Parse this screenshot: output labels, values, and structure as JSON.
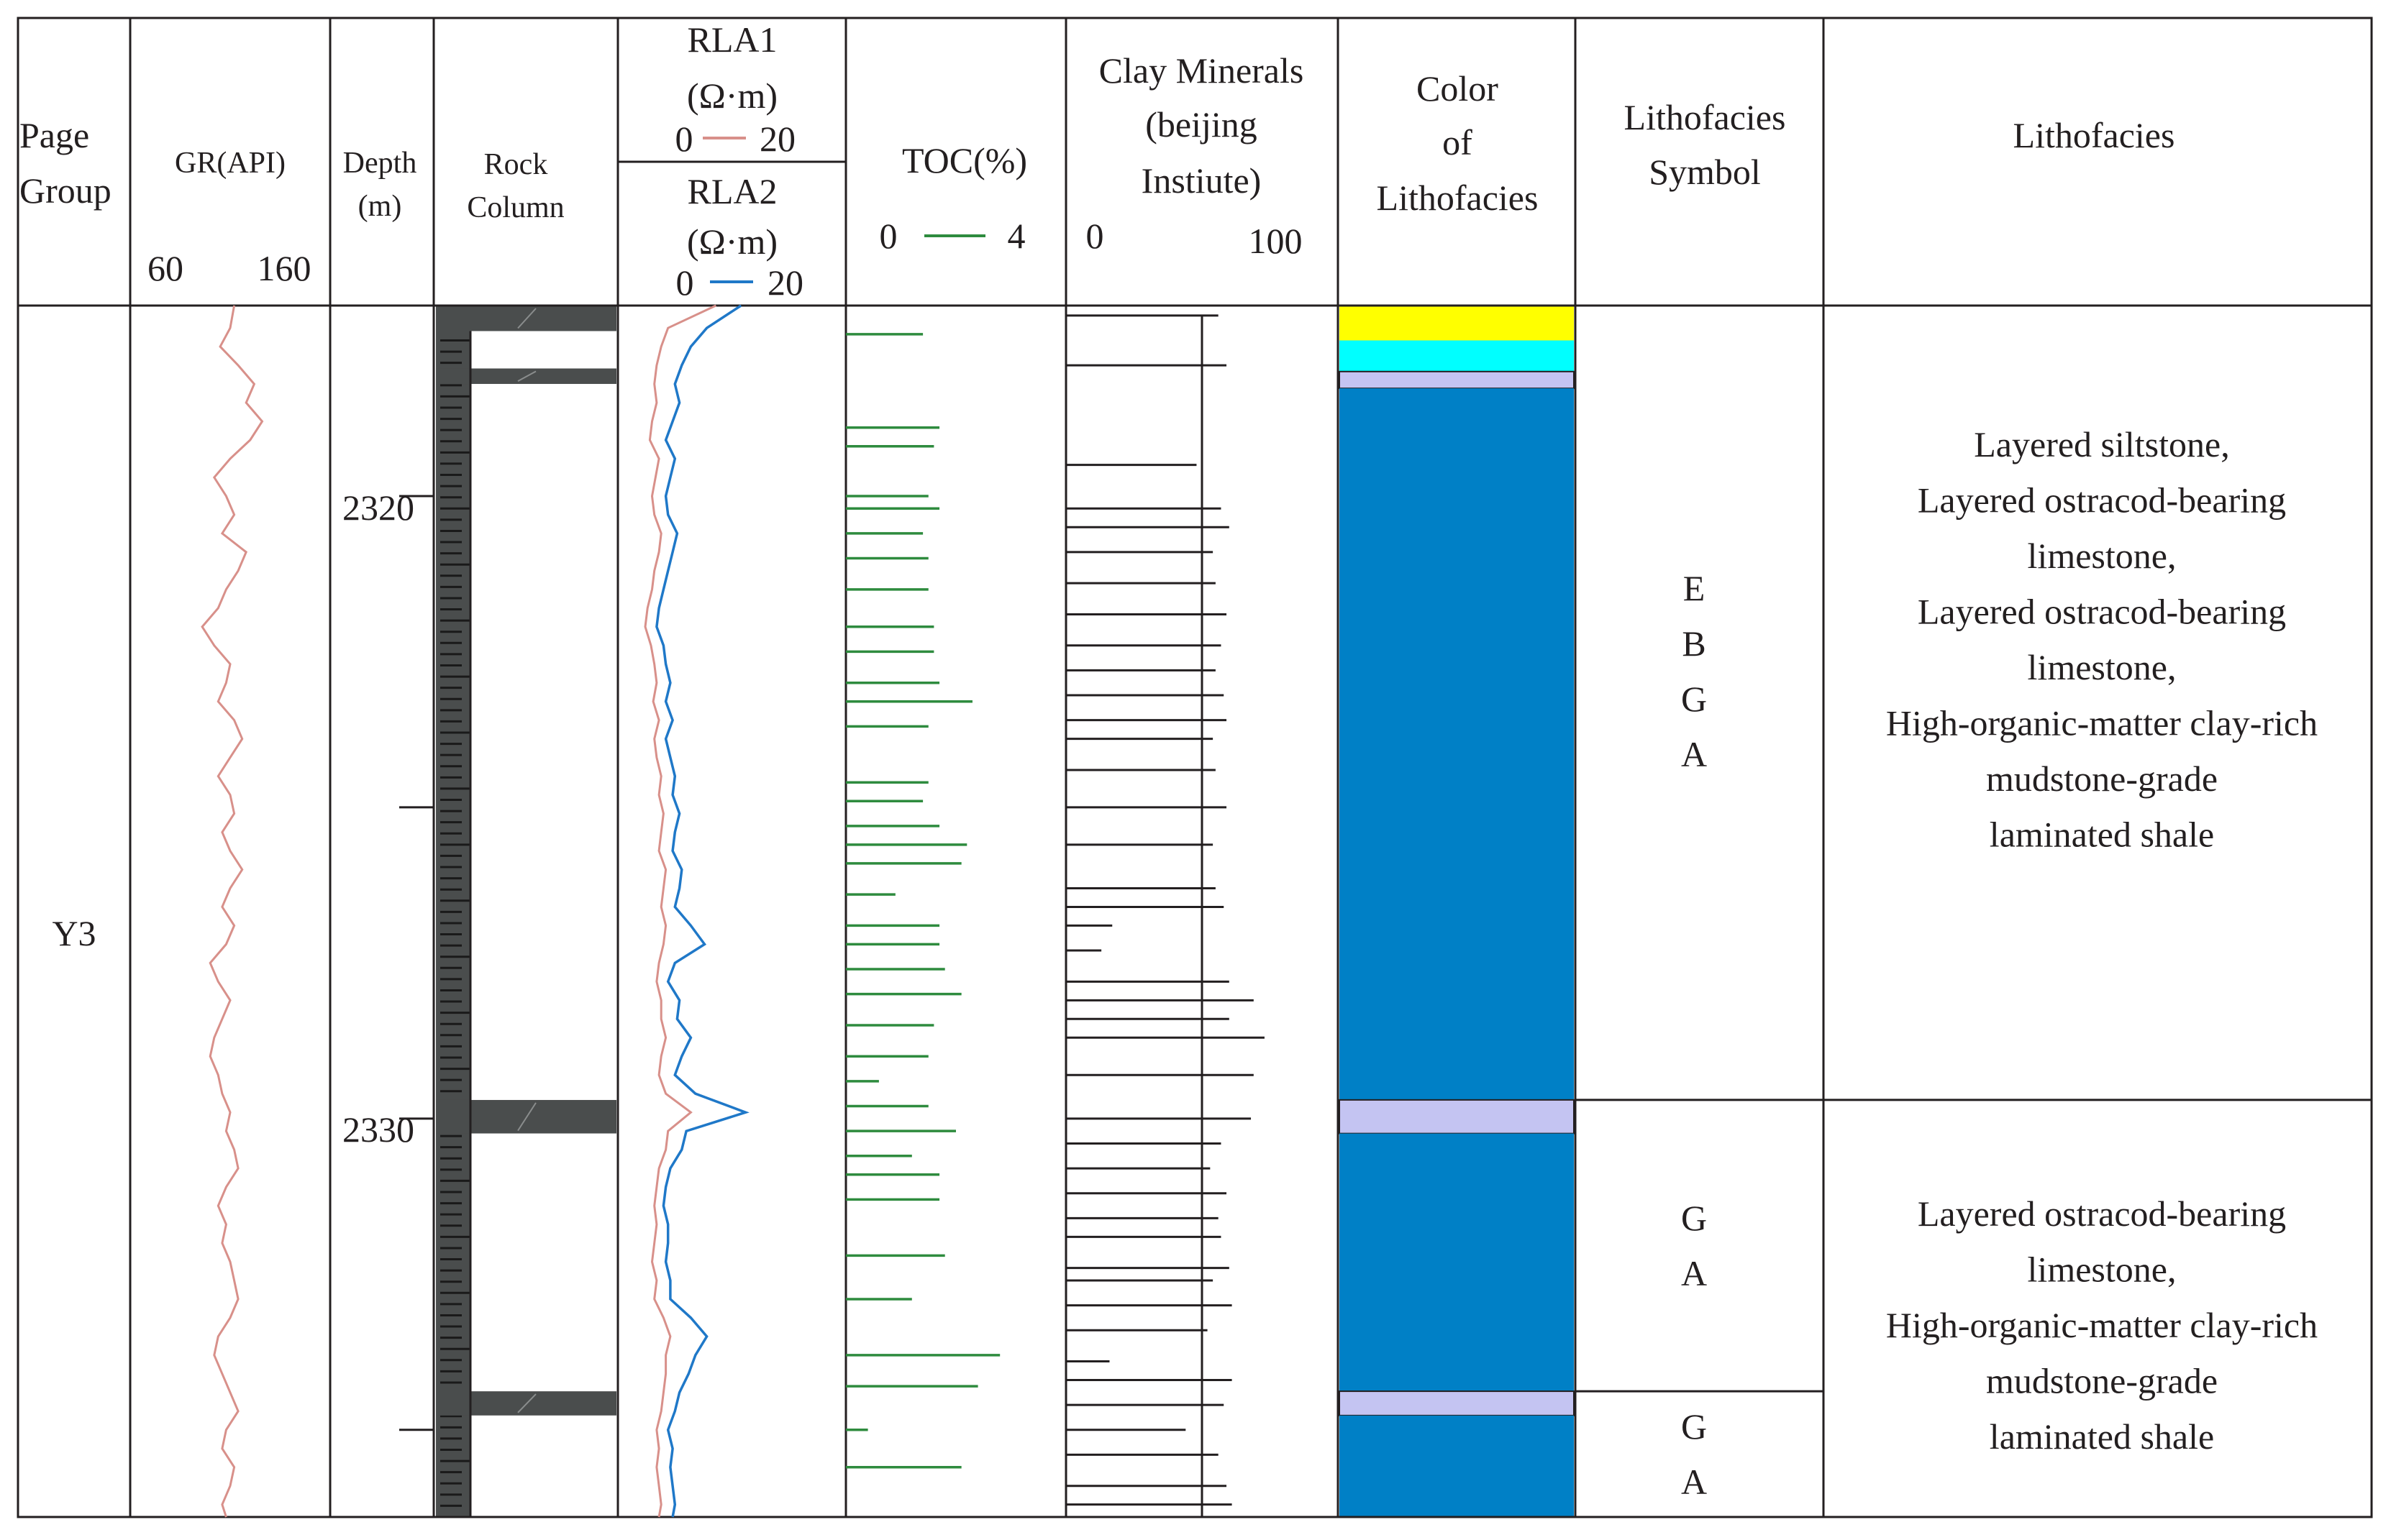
{
  "headers": {
    "page_group": [
      "Page",
      "Group"
    ],
    "gr": "GR(API)",
    "gr_scale": [
      "60",
      "160"
    ],
    "depth": [
      "Depth",
      "(m)"
    ],
    "rock": [
      "Rock",
      "Column"
    ],
    "rla1": [
      "RLA1",
      "(Ω·m)"
    ],
    "rla1_scale": [
      "0",
      "20"
    ],
    "rla2": [
      "RLA2",
      "(Ω·m)"
    ],
    "rla2_scale": [
      "0",
      "20"
    ],
    "toc": "TOC(%)",
    "toc_scale": [
      "0",
      "4"
    ],
    "clay": [
      "Clay Minerals",
      "(beijing",
      "Instiute)"
    ],
    "clay_scale": [
      "0",
      "100"
    ],
    "color": [
      "Color",
      "of",
      "Lithofacies"
    ],
    "symbol": [
      "Lithofacies",
      "Symbol"
    ],
    "lithofacies": "Lithofacies"
  },
  "page_group_value": "Y3",
  "depth_labels": [
    "2320",
    "2330"
  ],
  "symbol_groups": [
    [
      "E",
      "B",
      "G",
      "A"
    ],
    [
      "G",
      "A"
    ],
    [
      "G",
      "A"
    ]
  ],
  "lithofacies_text": [
    [
      "Layered siltstone,",
      "Layered ostracod-bearing",
      "limestone,",
      "Layered ostracod-bearing",
      "limestone,",
      "High-organic-matter clay-rich",
      "mudstone-grade",
      "laminated shale"
    ],
    [
      "Layered ostracod-bearing",
      "limestone,",
      "High-organic-matter clay-rich",
      "mudstone-grade",
      "laminated shale"
    ]
  ],
  "colors": {
    "gr_curve": "#d8908a",
    "rla1_curve": "#d8908a",
    "rla2_curve": "#1f78c8",
    "toc_bar": "#2e8b3e",
    "clay_bar": "#231f20",
    "yellow": "#ffff00",
    "cyan": "#00ffff",
    "lavender": "#c4c4f2",
    "blue": "#0080c6",
    "rock_dark": "#4a4d4d"
  },
  "chart_data": {
    "type": "well_log",
    "depth_range_m": [
      2316.94,
      2336.4
    ],
    "tracks": {
      "gr_api": {
        "xlim": [
          60,
          160
        ],
        "depth": [
          2316.94,
          2317.3,
          2317.6,
          2317.9,
          2318.2,
          2318.5,
          2318.8,
          2319.1,
          2319.4,
          2319.7,
          2320.0,
          2320.3,
          2320.6,
          2320.9,
          2321.2,
          2321.5,
          2321.8,
          2322.1,
          2322.4,
          2322.7,
          2323.0,
          2323.3,
          2323.6,
          2323.9,
          2324.2,
          2324.5,
          2324.8,
          2325.1,
          2325.4,
          2325.7,
          2326.0,
          2326.3,
          2326.6,
          2326.9,
          2327.2,
          2327.5,
          2327.8,
          2328.1,
          2328.4,
          2328.7,
          2329.0,
          2329.3,
          2329.6,
          2329.9,
          2330.2,
          2330.5,
          2330.8,
          2331.1,
          2331.4,
          2331.7,
          2332.0,
          2332.3,
          2332.6,
          2332.9,
          2333.2,
          2333.5,
          2333.8,
          2334.1,
          2334.4,
          2334.7,
          2335.0,
          2335.3,
          2335.6,
          2335.9,
          2336.2,
          2336.4
        ],
        "values": [
          112,
          110,
          105,
          114,
          122,
          118,
          126,
          120,
          110,
          102,
          108,
          112,
          106,
          118,
          114,
          108,
          104,
          96,
          102,
          110,
          108,
          104,
          112,
          116,
          110,
          104,
          110,
          112,
          106,
          110,
          116,
          110,
          106,
          112,
          108,
          100,
          104,
          110,
          106,
          102,
          100,
          104,
          106,
          110,
          108,
          112,
          114,
          108,
          104,
          108,
          106,
          110,
          112,
          114,
          110,
          104,
          102,
          106,
          110,
          114,
          108,
          106,
          112,
          110,
          106,
          108
        ]
      },
      "rla1_ohm_m": {
        "xlim": [
          0,
          20
        ],
        "depth": [
          2316.94,
          2317.3,
          2317.6,
          2317.9,
          2318.2,
          2318.5,
          2318.8,
          2319.1,
          2319.4,
          2319.7,
          2320.0,
          2320.3,
          2320.6,
          2320.9,
          2321.2,
          2321.5,
          2321.8,
          2322.1,
          2322.4,
          2322.7,
          2323.0,
          2323.3,
          2323.6,
          2323.9,
          2324.2,
          2324.5,
          2324.8,
          2325.1,
          2325.4,
          2325.7,
          2326.0,
          2326.3,
          2326.6,
          2326.9,
          2327.2,
          2327.5,
          2327.8,
          2328.1,
          2328.4,
          2328.7,
          2329.0,
          2329.3,
          2329.6,
          2329.9,
          2330.2,
          2330.5,
          2330.8,
          2331.1,
          2331.4,
          2331.7,
          2332.0,
          2332.3,
          2332.6,
          2332.9,
          2333.2,
          2333.5,
          2333.8,
          2334.1,
          2334.4,
          2334.7,
          2335.0,
          2335.3,
          2335.6,
          2335.9,
          2336.2,
          2336.4
        ],
        "values": [
          8.6,
          4.4,
          3.8,
          3.4,
          3.2,
          3.4,
          3.0,
          2.8,
          3.6,
          3.3,
          3.0,
          3.2,
          3.8,
          3.6,
          3.2,
          3.0,
          2.6,
          2.4,
          2.9,
          3.2,
          3.4,
          3.1,
          3.6,
          3.2,
          3.4,
          3.8,
          3.6,
          4.0,
          3.8,
          3.6,
          4.2,
          4.0,
          3.8,
          4.2,
          4.0,
          3.6,
          3.4,
          3.8,
          3.8,
          4.2,
          3.8,
          3.6,
          4.2,
          6.4,
          4.4,
          4.2,
          3.6,
          3.4,
          3.2,
          3.4,
          3.2,
          3.0,
          3.4,
          3.2,
          4.0,
          4.6,
          4.2,
          4.2,
          4.0,
          3.8,
          3.4,
          3.6,
          3.4,
          3.6,
          3.8,
          3.6
        ]
      },
      "rla2_ohm_m": {
        "xlim": [
          0,
          20
        ],
        "depth": [
          2316.94,
          2317.3,
          2317.6,
          2317.9,
          2318.2,
          2318.5,
          2318.8,
          2319.1,
          2319.4,
          2319.7,
          2320.0,
          2320.3,
          2320.6,
          2320.9,
          2321.2,
          2321.5,
          2321.8,
          2322.1,
          2322.4,
          2322.7,
          2323.0,
          2323.3,
          2323.6,
          2323.9,
          2324.2,
          2324.5,
          2324.8,
          2325.1,
          2325.4,
          2325.7,
          2326.0,
          2326.3,
          2326.6,
          2326.9,
          2327.2,
          2327.5,
          2327.8,
          2328.1,
          2328.4,
          2328.7,
          2329.0,
          2329.3,
          2329.6,
          2329.9,
          2330.2,
          2330.5,
          2330.8,
          2331.1,
          2331.4,
          2331.7,
          2332.0,
          2332.3,
          2332.6,
          2332.9,
          2333.2,
          2333.5,
          2333.8,
          2334.1,
          2334.4,
          2334.7,
          2335.0,
          2335.3,
          2335.6,
          2335.9,
          2336.2,
          2336.4
        ],
        "values": [
          10.8,
          7.8,
          6.4,
          5.6,
          5.0,
          5.4,
          4.8,
          4.2,
          5.0,
          4.6,
          4.2,
          4.4,
          5.2,
          4.8,
          4.4,
          4.0,
          3.6,
          3.4,
          4.0,
          4.2,
          4.6,
          4.2,
          4.8,
          4.2,
          4.6,
          5.0,
          4.8,
          5.4,
          5.0,
          4.8,
          5.6,
          5.4,
          5.0,
          6.4,
          7.6,
          5.0,
          4.4,
          5.4,
          5.2,
          6.4,
          5.6,
          5.0,
          6.8,
          11.2,
          6.0,
          5.6,
          4.6,
          4.2,
          4.0,
          4.4,
          4.4,
          4.2,
          4.6,
          4.6,
          6.4,
          7.8,
          6.8,
          6.2,
          5.4,
          5.0,
          4.4,
          4.8,
          4.6,
          4.8,
          5.0,
          4.8
        ]
      },
      "toc_percent": {
        "xlim": [
          0,
          4
        ],
        "depth": [
          2317.4,
          2318.9,
          2319.2,
          2320.0,
          2320.2,
          2320.6,
          2321.0,
          2321.5,
          2322.1,
          2322.5,
          2323.0,
          2323.3,
          2323.7,
          2324.6,
          2324.9,
          2325.3,
          2325.6,
          2325.9,
          2326.4,
          2326.9,
          2327.2,
          2327.6,
          2328.0,
          2328.5,
          2329.0,
          2329.4,
          2329.8,
          2330.2,
          2330.6,
          2330.9,
          2331.3,
          2332.2,
          2332.9,
          2333.8,
          2334.3,
          2335.0,
          2335.6
        ],
        "values": [
          1.4,
          1.7,
          1.6,
          1.5,
          1.7,
          1.4,
          1.5,
          1.5,
          1.6,
          1.6,
          1.7,
          2.3,
          1.5,
          1.5,
          1.4,
          1.7,
          2.2,
          2.1,
          0.9,
          1.7,
          1.7,
          1.8,
          2.1,
          1.6,
          1.5,
          0.6,
          1.5,
          2.0,
          1.2,
          1.7,
          1.7,
          1.8,
          1.2,
          2.8,
          2.4,
          0.4,
          2.1
        ]
      },
      "clay_minerals": {
        "xlim": [
          0,
          100
        ],
        "depth": [
          2317.1,
          2317.9,
          2319.5,
          2320.2,
          2320.5,
          2320.9,
          2321.4,
          2321.9,
          2322.4,
          2322.8,
          2323.2,
          2323.6,
          2323.9,
          2324.4,
          2325.0,
          2325.6,
          2326.3,
          2326.6,
          2326.9,
          2327.3,
          2327.8,
          2328.1,
          2328.4,
          2328.7,
          2329.3,
          2330.0,
          2330.4,
          2330.8,
          2331.2,
          2331.6,
          2331.9,
          2332.4,
          2332.6,
          2333.0,
          2333.4,
          2333.9,
          2334.2,
          2334.6,
          2335.0,
          2335.4,
          2335.9,
          2336.2
        ],
        "values": [
          56,
          59,
          48,
          57,
          60,
          54,
          55,
          59,
          57,
          55,
          58,
          59,
          54,
          55,
          59,
          54,
          55,
          58,
          17,
          13,
          60,
          69,
          60,
          73,
          69,
          68,
          57,
          53,
          59,
          56,
          57,
          60,
          54,
          61,
          52,
          16,
          61,
          58,
          44,
          56,
          59,
          61
        ]
      }
    },
    "intervals_m": {
      "lithofacies_color": [
        {
          "top": 2316.94,
          "base": 2317.5,
          "color": "yellow"
        },
        {
          "top": 2317.5,
          "base": 2318.0,
          "color": "cyan"
        },
        {
          "top": 2318.0,
          "base": 2318.27,
          "color": "lavender"
        },
        {
          "top": 2318.27,
          "base": 2329.7,
          "color": "blue"
        },
        {
          "top": 2329.7,
          "base": 2330.24,
          "color": "lavender"
        },
        {
          "top": 2330.24,
          "base": 2334.38,
          "color": "blue"
        },
        {
          "top": 2334.38,
          "base": 2334.77,
          "color": "lavender"
        },
        {
          "top": 2334.77,
          "base": 2336.4,
          "color": "blue"
        }
      ],
      "rock_dark_beds": [
        {
          "top": 2316.94,
          "base": 2317.35
        },
        {
          "top": 2317.95,
          "base": 2318.2
        },
        {
          "top": 2329.7,
          "base": 2330.24
        },
        {
          "top": 2334.38,
          "base": 2334.77
        }
      ],
      "symbol_groups": [
        {
          "top": 2316.94,
          "base": 2329.7
        },
        {
          "top": 2329.7,
          "base": 2334.38
        },
        {
          "top": 2334.38,
          "base": 2336.4
        }
      ],
      "lithofacies_groups": [
        {
          "top": 2316.94,
          "base": 2329.7
        },
        {
          "top": 2329.7,
          "base": 2336.4
        }
      ]
    },
    "depth_ticks_m": [
      2320,
      2325,
      2330,
      2335
    ]
  }
}
